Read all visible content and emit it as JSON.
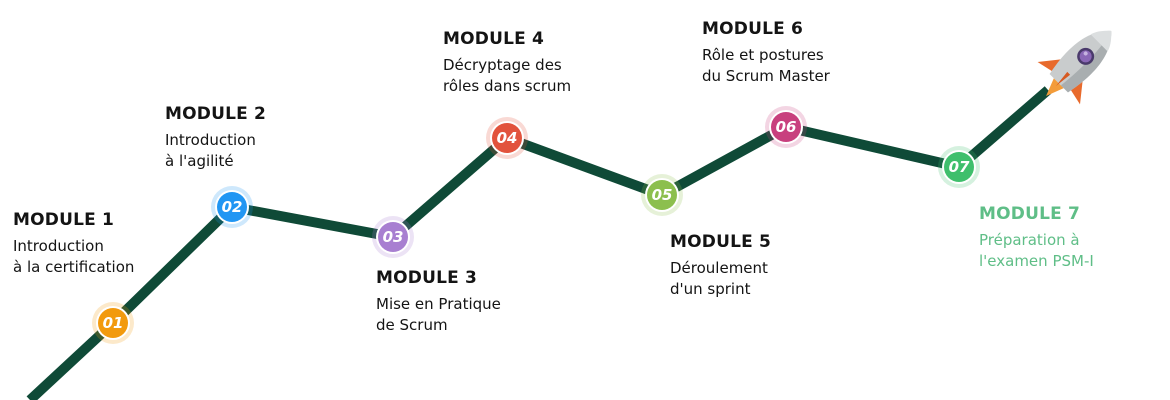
{
  "colors": {
    "path": "#0f4a37",
    "final_text": "#5fbe87",
    "text": "#141414"
  },
  "modules": [
    {
      "number": "01",
      "title": "MODULE 1",
      "lines": [
        "Introduction",
        "à la certification"
      ],
      "color": "#f29a0e"
    },
    {
      "number": "02",
      "title": "MODULE 2",
      "lines": [
        "Introduction",
        "à l'agilité"
      ],
      "color": "#2196f3"
    },
    {
      "number": "03",
      "title": "MODULE 3",
      "lines": [
        "Mise en Pratique",
        "de Scrum"
      ],
      "color": "#a87fd1"
    },
    {
      "number": "04",
      "title": "MODULE 4",
      "lines": [
        "Décryptage des",
        "rôles dans scrum"
      ],
      "color": "#e2533d"
    },
    {
      "number": "05",
      "title": "MODULE 5",
      "lines": [
        "Déroulement",
        "d'un sprint"
      ],
      "color": "#8cbf4e"
    },
    {
      "number": "06",
      "title": "MODULE 6",
      "lines": [
        "Rôle et postures",
        "du Scrum Master"
      ],
      "color": "#c8407e"
    },
    {
      "number": "07",
      "title": "MODULE 7",
      "lines": [
        "Préparation à",
        "l'examen PSM-I"
      ],
      "color": "#3fbf6c"
    }
  ],
  "rocket": {
    "icon": "rocket-icon"
  }
}
